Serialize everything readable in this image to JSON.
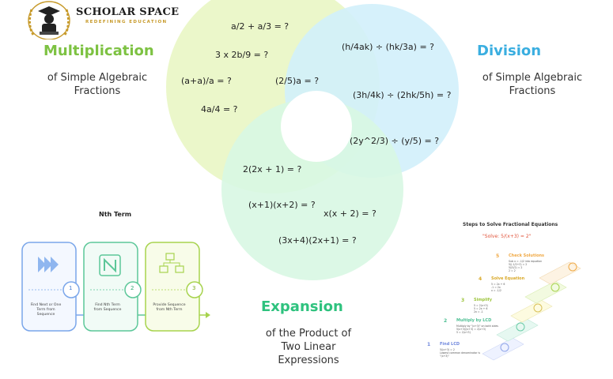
{
  "logo": {
    "title": "SCHOLAR SPACE",
    "tagline": "REDEFINING EDUCATION"
  },
  "multiplication": {
    "title": "Multiplication",
    "subtitle_line1": "of Simple Algebraic",
    "subtitle_line2": "Fractions",
    "expressions": [
      "a/2 + a/3 = ?",
      "3 x 2b/9 = ?",
      "(a+a)/a = ?",
      "(2/5)a = ?",
      "4a/4 = ?"
    ]
  },
  "division": {
    "title": "Division",
    "subtitle_line1": "of Simple Algebraic",
    "subtitle_line2": "Fractions",
    "expressions": [
      "(h/4ak) ÷ (hk/3a) = ?",
      "(3h/4k) ÷ (2hk/5h) = ?",
      "(2y^2/3) ÷ (y/5) = ?"
    ]
  },
  "expansion": {
    "title": "Expansion",
    "subtitle_line1": "of the Product of",
    "subtitle_line2": "Two Linear",
    "subtitle_line3": "Expressions",
    "expressions": [
      "2(2x + 1) = ?",
      "(x+1)(x+2) = ?",
      "x(x + 2) = ?",
      "(3x+4)(2x+1) = ?"
    ]
  },
  "nth_term": {
    "title": "Nth Term",
    "steps": [
      {
        "number": "1",
        "text_line1": "Find Next or One",
        "text_line2": "Term from",
        "text_line3": "Sequence"
      },
      {
        "number": "2",
        "text_line1": "Find Nth Term",
        "text_line2": "from Sequence",
        "text_line3": ""
      },
      {
        "number": "3",
        "text_line1": "Provide Sequence",
        "text_line2": "from Nth Term",
        "text_line3": ""
      }
    ]
  },
  "fractional_equations": {
    "title": "Steps to Solve Fractional Equations",
    "equation": "\"Solve: 5/(x+3) = 2\"",
    "steps": [
      {
        "number": "5",
        "label": "Check Solutions",
        "lines": [
          "Sub x = -1/2 into equation",
          "5/(-1/2+3) = 2",
          "5/(5/2) = 2",
          "2 = 2"
        ]
      },
      {
        "number": "4",
        "label": "Solve Equation",
        "lines": [
          "5 = 2x + 6",
          "-1 = 2x",
          "x = -1/2"
        ]
      },
      {
        "number": "3",
        "label": "Simplify",
        "lines": [
          "5 = 2(x+3)",
          "5 = 2x + 6",
          "2x = -1"
        ]
      },
      {
        "number": "2",
        "label": "Multiply by LCD",
        "lines": [
          "Multiply by \"(x+3)\" on both sides",
          "5(x+3)/(x+3) = 2(x+3)",
          "5 = 2(x+3)"
        ]
      },
      {
        "number": "1",
        "label": "Find LCD",
        "lines": [
          "5/(x+3) = 2",
          "",
          "Lowest common denominator is",
          "\"(x+3)\""
        ]
      }
    ]
  },
  "colors": {
    "multiplication": "#7dc242",
    "division": "#3aaee0",
    "expansion": "#2ec27e",
    "venn_green": "#e9f6c4",
    "venn_blue": "#d2f0fb",
    "venn_mint": "#d8f7e3"
  }
}
